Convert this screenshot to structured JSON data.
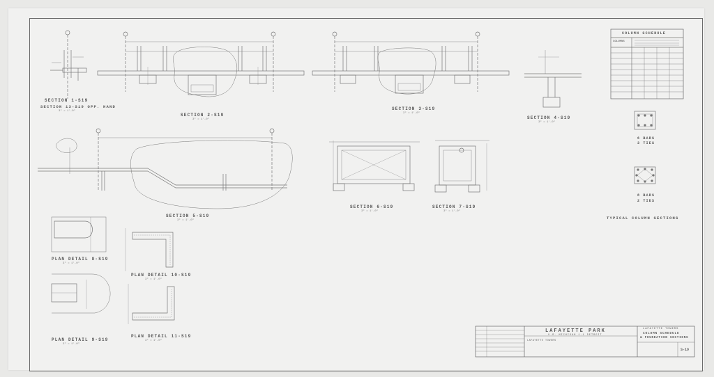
{
  "section_titles": {
    "s1": "SECTION 1-S19",
    "s13": "SECTION 13-S19 OPP. HAND",
    "s2": "SECTION 2-S19",
    "s3": "SECTION 3-S19",
    "s4": "SECTION 4-S19",
    "s5": "SECTION 5-S19",
    "s6": "SECTION 6-S19",
    "s7": "SECTION 7-S19",
    "p8": "PLAN DETAIL 8-S19",
    "p9": "PLAN DETAIL 9-S19",
    "p10": "PLAN DETAIL 10-S19",
    "p11": "PLAN DETAIL 11-S19"
  },
  "scale_note": "3\" = 1'-0\"",
  "column_schedule": {
    "title": "COLUMN SCHEDULE",
    "header": "COLUMNS"
  },
  "column_sections": {
    "bars_a": "6 BARS",
    "ties_a": "3 TIES",
    "bars_b": "8 BARS",
    "ties_b": "2 TIES",
    "caption": "TYPICAL COLUMN SECTIONS"
  },
  "title_block": {
    "project": "LAFAYETTE PARK",
    "project_sub": "U.R. MICHIGAN 1-1 DETROIT",
    "towers_small": "LAFAYETTE TOWERS",
    "right_line1": "LAFAYETTE TOWERS",
    "right_line2": "COLUMN SCHEDULE",
    "right_line3": "& FOUNDATION SECTIONS",
    "sheet_no": "S-19"
  }
}
